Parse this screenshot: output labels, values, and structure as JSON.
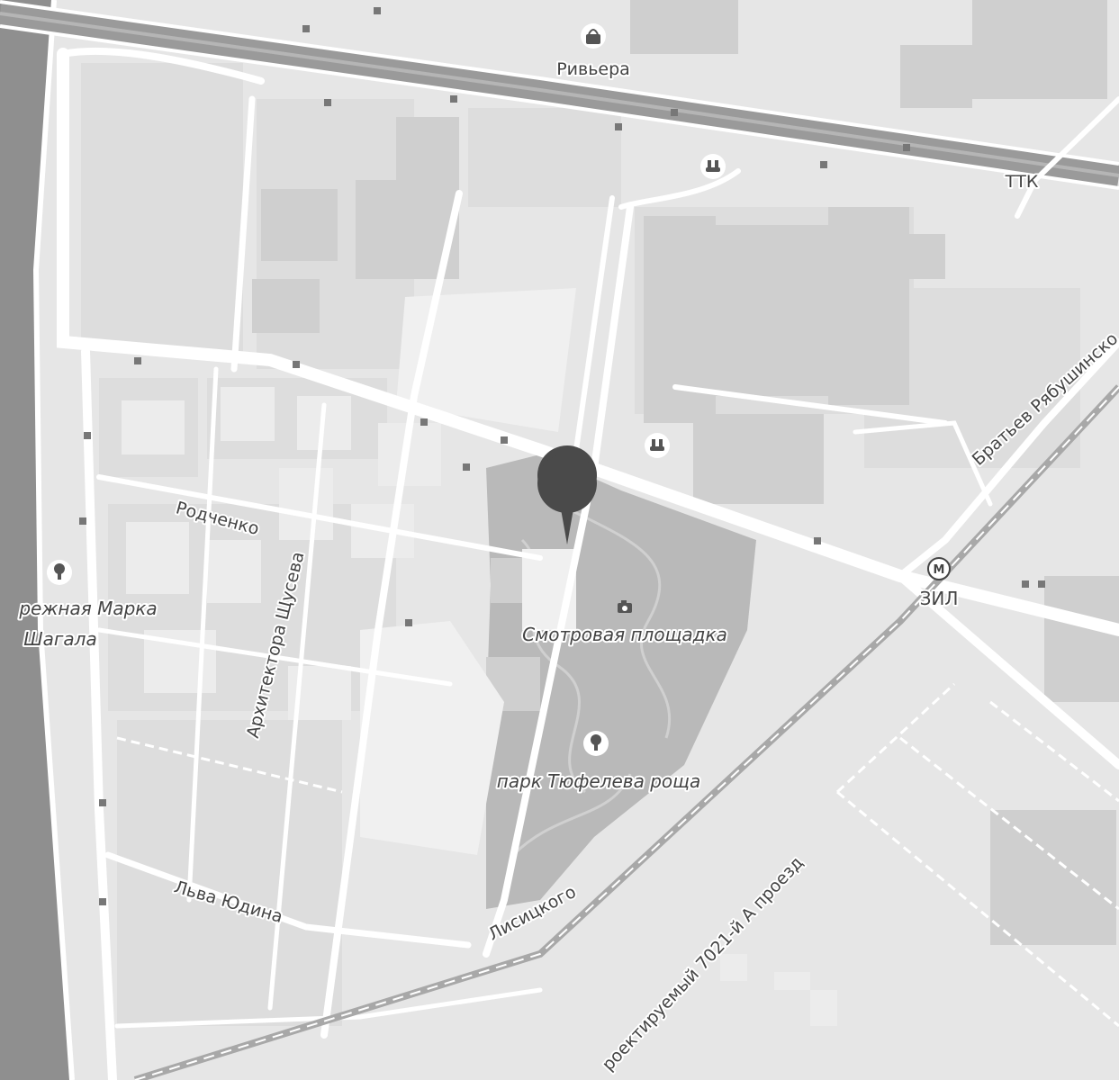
{
  "map": {
    "style": "grayscale",
    "colors": {
      "land": "#e6e6e6",
      "block": "#dddddd",
      "building": "#cfcfcf",
      "building_dark": "#c2c2c2",
      "park": "#b9b9b9",
      "water": "#8f8f8f",
      "road": "#ffffff",
      "highway": "#9a9a9a",
      "label": "#444444",
      "marker": "#4a4a4a"
    },
    "pois": {
      "riviera": {
        "label": "Ривьера",
        "icon": "shopping-bag-icon"
      },
      "observation": {
        "label": "Смотровая площадка",
        "icon": "camera-icon"
      },
      "park": {
        "label": "парк Тюфелева роща",
        "icon": "tree-icon"
      },
      "chagall_line1": "режная Марка",
      "chagall_line2": "Шагала",
      "chagall_icon": "tree-icon",
      "metro": {
        "label": "ЗИЛ",
        "icon": "metro-icon",
        "icon_letter": "М"
      }
    },
    "streets": {
      "ttk": "ТТК",
      "rodchenko": "Родченко",
      "shchuseva": "Архитектора Щусева",
      "yudina": "Льва Юдина",
      "lisitskogo": "Лисицкого",
      "ryabushinskikh": "Братьев Рябушинско",
      "proezd": "роектируемый 7021-й А проезд"
    },
    "charging_icon": "ev-charging-icon",
    "marker_icon": "location-pin-icon"
  }
}
